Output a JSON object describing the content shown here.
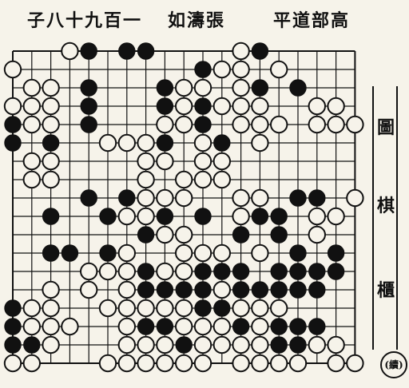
{
  "header": {
    "move_count": "子八十九百一",
    "white_player": "如濤張",
    "black_player": "平道部高"
  },
  "side": {
    "chars": [
      "圖",
      "棋",
      "櫃"
    ],
    "continued": "(續)"
  },
  "board": {
    "rows": [
      "...WB.BB....WB.....",
      "W.........BOW.W....",
      ".WW.B...BOW.OB.B...",
      "WWW.B...BWBOWW..WO.",
      "BWW.B...OWB.OWW.WOW",
      "B.B..OOOB.WB.O....",
      ".OO....WO.WO......",
      ".OO....W.OWO......",
      "....B.BOOO..OO.BB.W",
      "..B..BOWB.B.WBB.WO.",
      ".......BOO..B.B.W..",
      "..BB.BW..WWO.O.B.B.",
      "....OWWBWWBBB.BBBB.",
      "..W.W.WBBBBOBBBBB..",
      "BOO..OOOOOBBWOO....",
      "BOOW..OBBOOWBOBBB..",
      "BBO...OOOBWOOOBBOO.",
      "WW...OOOOOO.OOOW.OW"
    ]
  },
  "colors": {
    "paper": "#f6f3ea",
    "ink": "#111111"
  }
}
